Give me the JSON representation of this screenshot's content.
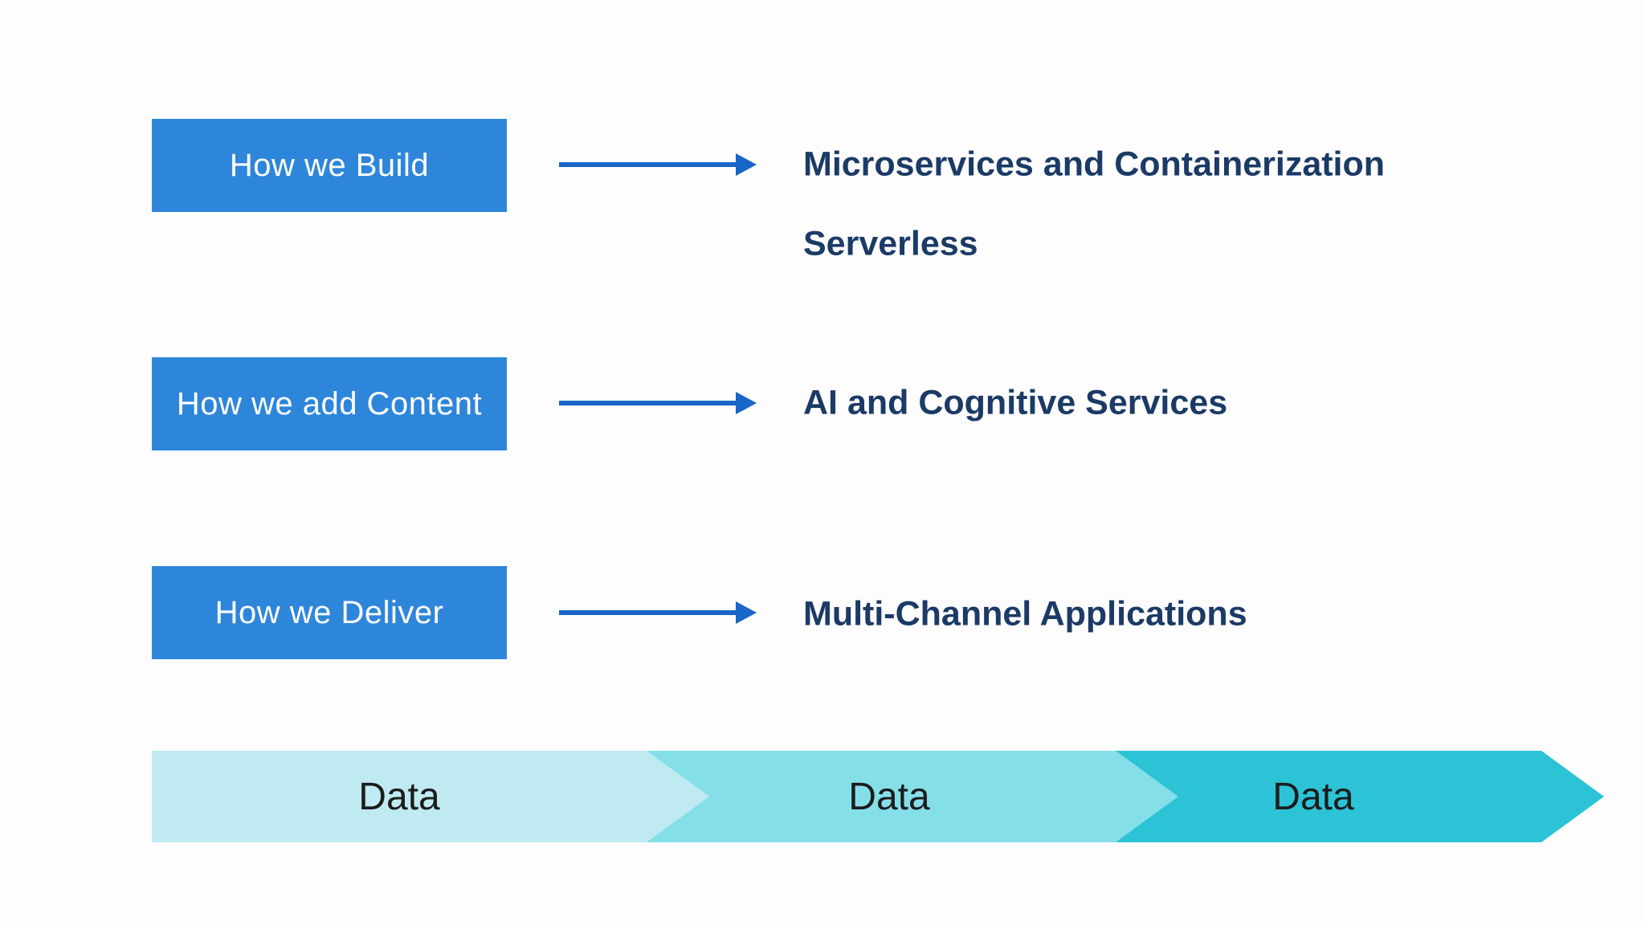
{
  "colors": {
    "box_blue": "#2E86DB",
    "box_label_text": "#FFFFFF",
    "arrow_blue": "#1766C8",
    "heading_navy": "#1B3A66",
    "chevron_light": "#BFEAF1",
    "chevron_medium": "#85DFE9",
    "chevron_dark": "#2BC3D5",
    "data_label_text": "#1C1C1C",
    "background": "#FDFDFD"
  },
  "rows": [
    {
      "box_label": "How we Build",
      "items": [
        "Microservices and Containerization",
        "Serverless"
      ]
    },
    {
      "box_label": "How we add Content",
      "items": [
        "AI and Cognitive Services"
      ]
    },
    {
      "box_label": "How we Deliver",
      "items": [
        "Multi-Channel Applications"
      ]
    }
  ],
  "data_flow": {
    "segments": [
      {
        "label": "Data"
      },
      {
        "label": "Data"
      },
      {
        "label": "Data"
      }
    ]
  }
}
